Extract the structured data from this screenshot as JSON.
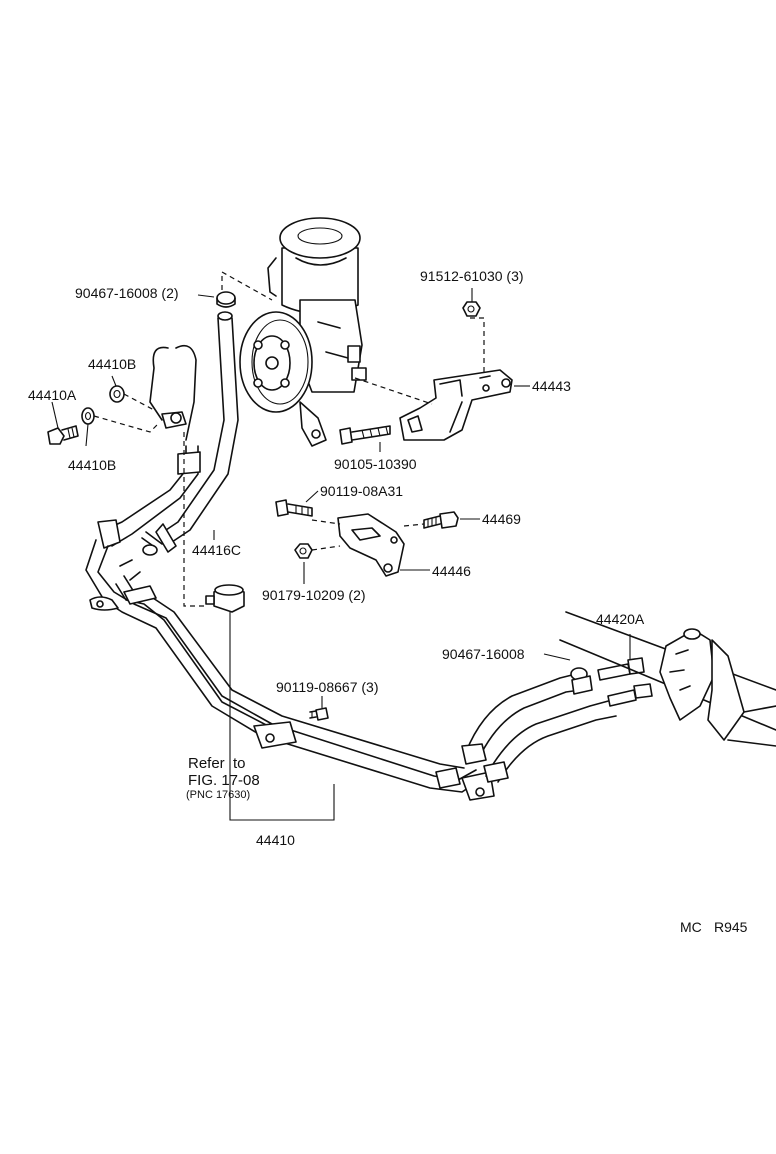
{
  "diagram": {
    "labels": {
      "clip_upper": "90467-16008 (2)",
      "nut_stud": "91512-61030 (3)",
      "bracket_main": "44443",
      "pipe_union_b_top": "44410B",
      "bolt_union_a": "44410A",
      "pipe_union_b_bottom": "44410B",
      "bolt_pump": "90105-10390",
      "bolt_bracket": "90119-08A31",
      "stud": "44469",
      "return_hose": "44416C",
      "bracket_lower": "44446",
      "nut_lower": "90179-10209 (2)",
      "pressure_tube": "44420A",
      "clip_lower": "90467-16008",
      "bolt_clamp": "90119-08667 (3)",
      "ref_line1": "Refer  to",
      "ref_line2": "FIG. 17-08",
      "ref_line3": "(PNC 17630)",
      "tube_assy": "44410",
      "code_left": "MC",
      "code_right": "R945"
    }
  }
}
